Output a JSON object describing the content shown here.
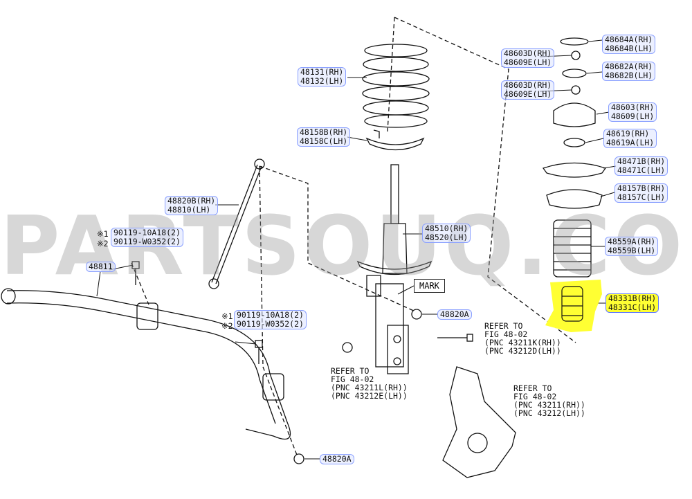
{
  "watermark": "PARTSOUQ.COM",
  "mark_label": "MARK",
  "colors": {
    "highlight": "#ffff33",
    "label_border": "#8aa0ff",
    "label_fill": "#dce4ff"
  },
  "labels": {
    "l48684": [
      "48684A(RH)",
      "48684B(LH)"
    ],
    "l48603a": [
      "48603D(RH)",
      "48609E(LH)"
    ],
    "l48682": [
      "48682A(RH)",
      "48682B(LH)"
    ],
    "l48603b": [
      "48603D(RH)",
      "48609E(LH)"
    ],
    "l48603c": [
      "48603(RH)",
      "48609(LH)"
    ],
    "l48619": [
      "48619(RH)",
      "48619A(LH)"
    ],
    "l48471": [
      "48471B(RH)",
      "48471C(LH)"
    ],
    "l48157": [
      "48157B(RH)",
      "48157C(LH)"
    ],
    "l48559": [
      "48559A(RH)",
      "48559B(LH)"
    ],
    "l48331": [
      "48331B(RH)",
      "48331C(LH)"
    ],
    "l48131": [
      "48131(RH)",
      "48132(LH)"
    ],
    "l48158": [
      "48158B(RH)",
      "48158C(LH)"
    ],
    "l48820b": [
      "48820B(RH)",
      "48810(LH)"
    ],
    "l48510": [
      "48510(RH)",
      "48520(LH)"
    ],
    "l90119a": [
      "90119-10A18(2)",
      "90119-W0352(2)"
    ],
    "l90119b": [
      "90119-10A18(2)",
      "90119-W0352(2)"
    ],
    "l48811": [
      "48811"
    ],
    "l48820a1": [
      "48820A"
    ],
    "l48820a2": [
      "48820A"
    ]
  },
  "marks": {
    "m1a": [
      "※1",
      "※2"
    ],
    "m1b": [
      "※1",
      "※2"
    ]
  },
  "notes": {
    "n1": [
      "REFER TO",
      "FIG 48-02",
      "(PNC 43211K(RH))",
      "(PNC 43212D(LH))"
    ],
    "n2": [
      "REFER TO",
      "FIG 48-02",
      "(PNC 43211L(RH))",
      "(PNC 43212E(LH))"
    ],
    "n3": [
      "REFER TO",
      "FIG 48-02",
      "(PNC 43211(RH))",
      "(PNC 43212(LH))"
    ]
  }
}
